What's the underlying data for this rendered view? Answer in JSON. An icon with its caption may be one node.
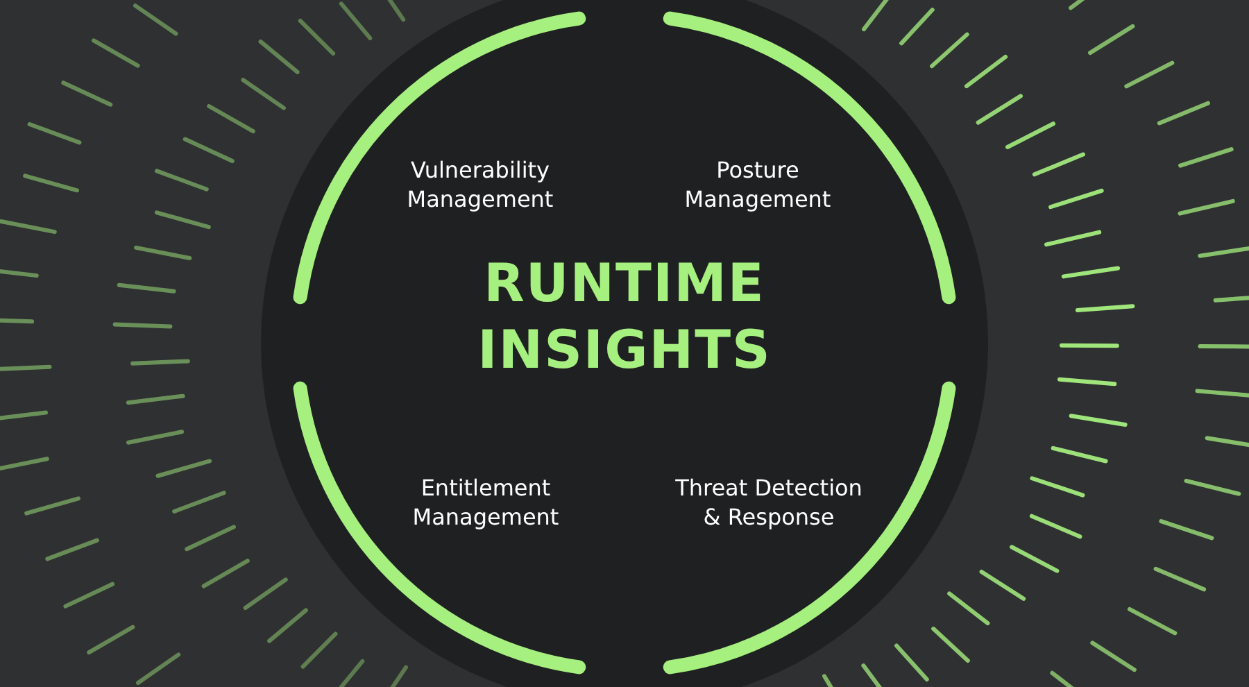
{
  "diagram": {
    "nodes": [
      {
        "text": [
          "RUNTIME INSIGHTS"
        ]
      }
    ],
    "labels": [
      "Vulnerability Management",
      "Posture Management",
      "Entitlement Management",
      "Threat Detection & Response"
    ]
  }
}
